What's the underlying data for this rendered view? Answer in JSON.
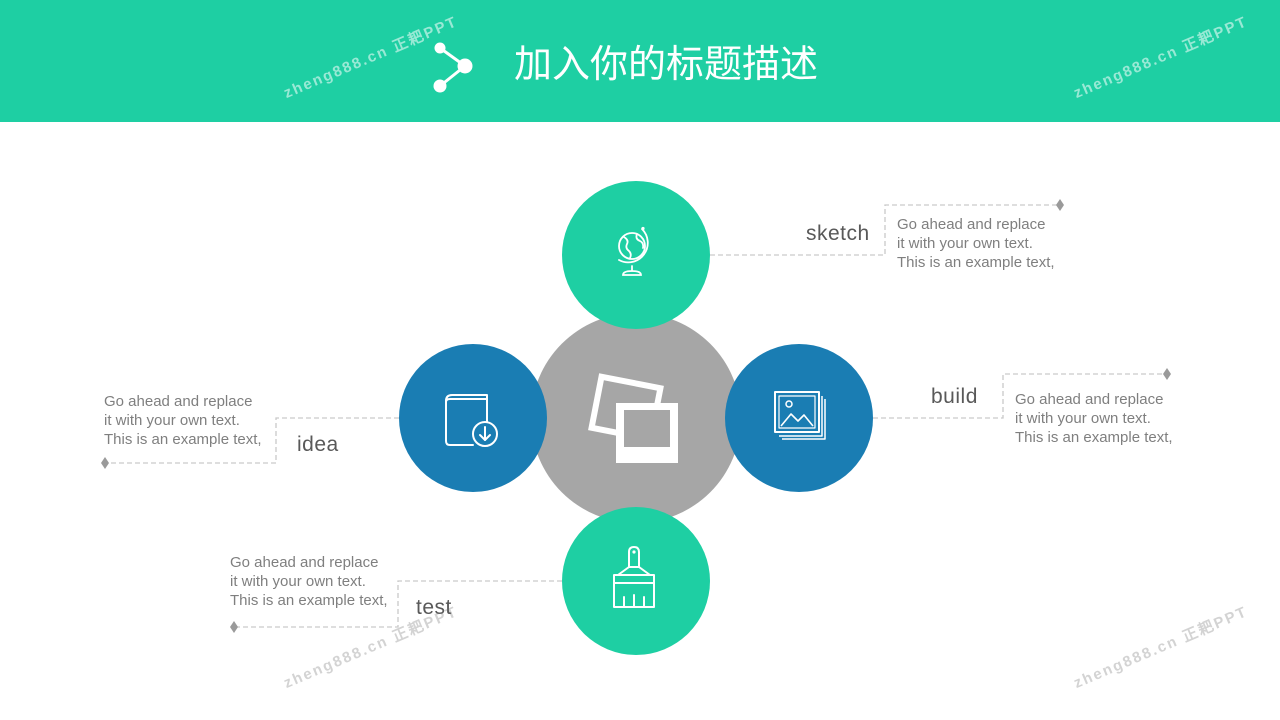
{
  "header": {
    "title": "加入你的标题描述",
    "icon": "share-nodes-icon"
  },
  "watermark": {
    "text": "zheng888.cn 正耙PPT"
  },
  "colors": {
    "green": "#1ecfa3",
    "blue": "#1a7db3",
    "gray": "#a6a6a6",
    "label": "#595959",
    "body": "#7f7f7f",
    "line": "#c9c9c9",
    "marker": "#9a9a9a"
  },
  "hub": {
    "icon": "photos-icon"
  },
  "nodes": {
    "sketch": {
      "label": "sketch",
      "icon": "globe-icon",
      "lines": [
        "Go ahead and replace",
        "it with your own text.",
        "This is an example text,"
      ]
    },
    "build": {
      "label": "build",
      "icon": "picture-stack-icon",
      "lines": [
        "Go ahead and replace",
        "it with your own text.",
        "This is an example text,"
      ]
    },
    "idea": {
      "label": "idea",
      "icon": "book-download-icon",
      "lines": [
        "Go ahead and replace",
        "it with your own text.",
        "This is an example text,"
      ]
    },
    "test": {
      "label": "test",
      "icon": "brush-icon",
      "lines": [
        "Go ahead and replace",
        "it with your own text.",
        "This is an example text,"
      ]
    }
  }
}
